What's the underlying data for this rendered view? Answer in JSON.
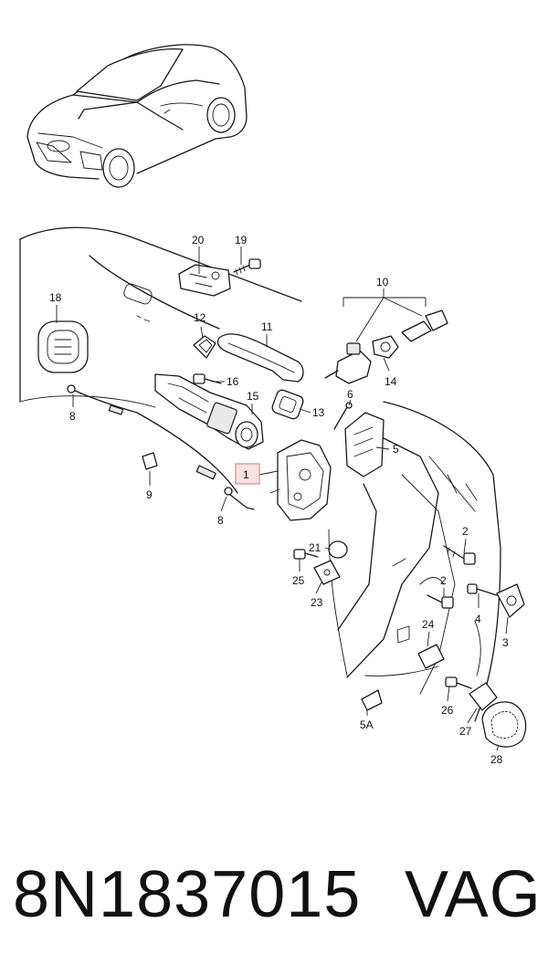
{
  "diagram": {
    "callouts": [
      {
        "id": "c20",
        "text": "20"
      },
      {
        "id": "c19",
        "text": "19"
      },
      {
        "id": "c10",
        "text": "10"
      },
      {
        "id": "c18",
        "text": "18"
      },
      {
        "id": "c12",
        "text": "12"
      },
      {
        "id": "c11",
        "text": "11"
      },
      {
        "id": "c16",
        "text": "16"
      },
      {
        "id": "c15",
        "text": "15"
      },
      {
        "id": "c14",
        "text": "14"
      },
      {
        "id": "c8a",
        "text": "8"
      },
      {
        "id": "c6",
        "text": "6"
      },
      {
        "id": "c13",
        "text": "13"
      },
      {
        "id": "c5",
        "text": "5"
      },
      {
        "id": "c1",
        "text": "1"
      },
      {
        "id": "c9",
        "text": "9"
      },
      {
        "id": "c8b",
        "text": "8"
      },
      {
        "id": "c21",
        "text": "21"
      },
      {
        "id": "c2a",
        "text": "2"
      },
      {
        "id": "c25",
        "text": "25"
      },
      {
        "id": "c2b",
        "text": "2"
      },
      {
        "id": "c4",
        "text": "4"
      },
      {
        "id": "c23",
        "text": "23"
      },
      {
        "id": "c3",
        "text": "3"
      },
      {
        "id": "c24",
        "text": "24"
      },
      {
        "id": "c26",
        "text": "26"
      },
      {
        "id": "c5a",
        "text": "5A"
      },
      {
        "id": "c27",
        "text": "27"
      },
      {
        "id": "c28",
        "text": "28"
      }
    ]
  },
  "footer": {
    "part_number": "8N1837015",
    "brand": "VAG"
  },
  "colors": {
    "highlight_fill": "#fbe3e3",
    "highlight_stroke": "#d98a8a",
    "line": "#1a1a1a"
  }
}
